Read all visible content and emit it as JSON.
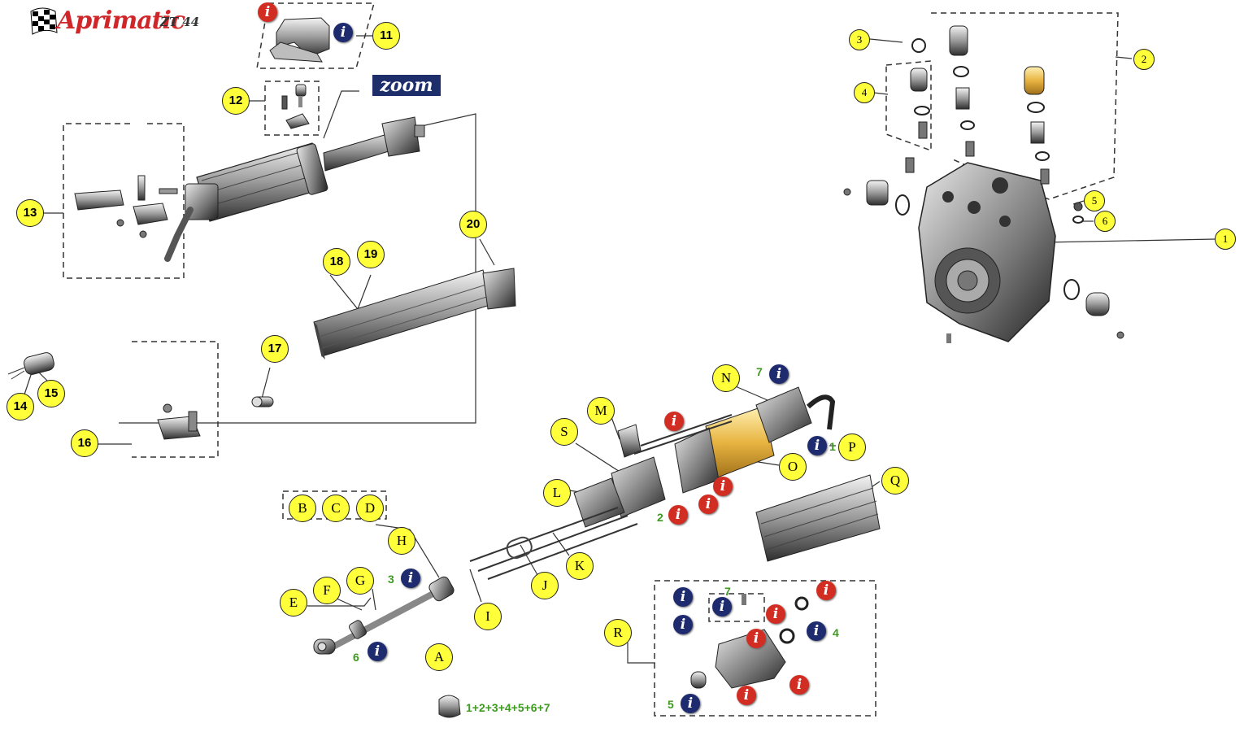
{
  "brand": {
    "name": "Aprimatic",
    "model": "ZT 44"
  },
  "zoom_label": "zoom",
  "numbered_callouts": [
    "1",
    "2",
    "3",
    "4",
    "5",
    "6",
    "11",
    "12",
    "13",
    "14",
    "15",
    "16",
    "17",
    "18",
    "19",
    "20"
  ],
  "letter_callouts": [
    "A",
    "B",
    "C",
    "D",
    "E",
    "F",
    "G",
    "H",
    "I",
    "J",
    "K",
    "L",
    "M",
    "N",
    "O",
    "P",
    "Q",
    "R",
    "S"
  ],
  "info_marker": "i",
  "green_notes": [
    "7",
    "1",
    "2",
    "3",
    "6",
    "7",
    "4",
    "5",
    "1+2+3+4+5+6+7"
  ],
  "colors": {
    "callout_fill": "#ffff3a",
    "info_blue": "#1e2b6e",
    "info_red": "#d22d22",
    "note_green": "#3d9a1f",
    "brand_red": "#d0262a"
  }
}
